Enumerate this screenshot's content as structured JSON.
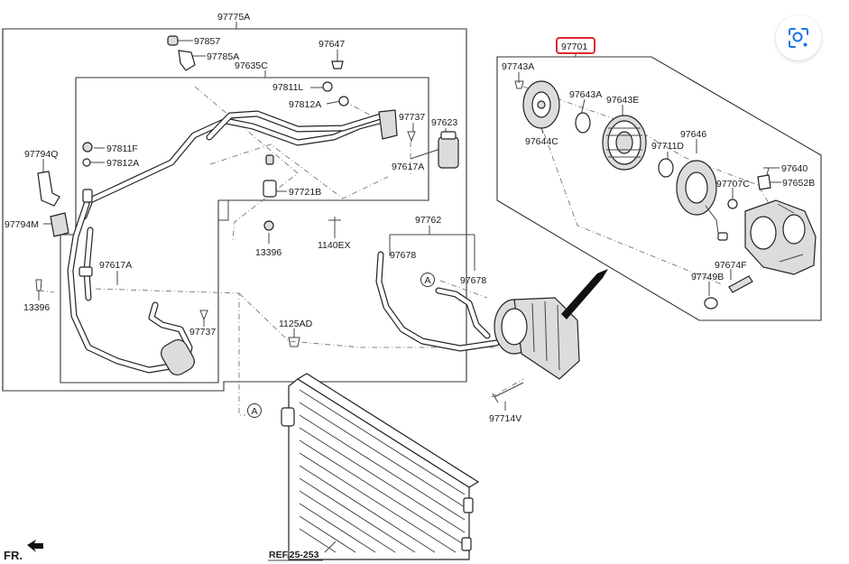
{
  "diagram": {
    "labels": {
      "l97775A": "97775A",
      "l97857": "97857",
      "l97785A": "97785A",
      "l97635C": "97635C",
      "l97647": "97647",
      "l97811L": "97811L",
      "l97812A_top": "97812A",
      "l97737_top": "97737",
      "l97623": "97623",
      "l97617A_right": "97617A",
      "l97794Q": "97794Q",
      "l97811F": "97811F",
      "l97812A_left": "97812A",
      "l97721B": "97721B",
      "l97794M": "97794M",
      "l13396_mid": "13396",
      "l1140EX": "1140EX",
      "l97617A_left": "97617A",
      "l13396_left": "13396",
      "l1125AD": "1125AD",
      "l97737_bottom": "97737",
      "l97762": "97762",
      "l97678_a": "97678",
      "l97678_b": "97678",
      "l97714V": "97714V",
      "l97701": "97701",
      "l97743A": "97743A",
      "l97643A": "97643A",
      "l97643E": "97643E",
      "l97644C": "97644C",
      "l97646": "97646",
      "l97711D": "97711D",
      "l97640": "97640",
      "l97707C": "97707C",
      "l97652B": "97652B",
      "l97674F": "97674F",
      "l97749B": "97749B",
      "circleA_1": "A",
      "circleA_2": "A",
      "ref": "REF.25-253",
      "fr": "FR."
    },
    "highlight_color": "#e0282e"
  },
  "lens": {
    "icon": "lens-search-icon"
  }
}
